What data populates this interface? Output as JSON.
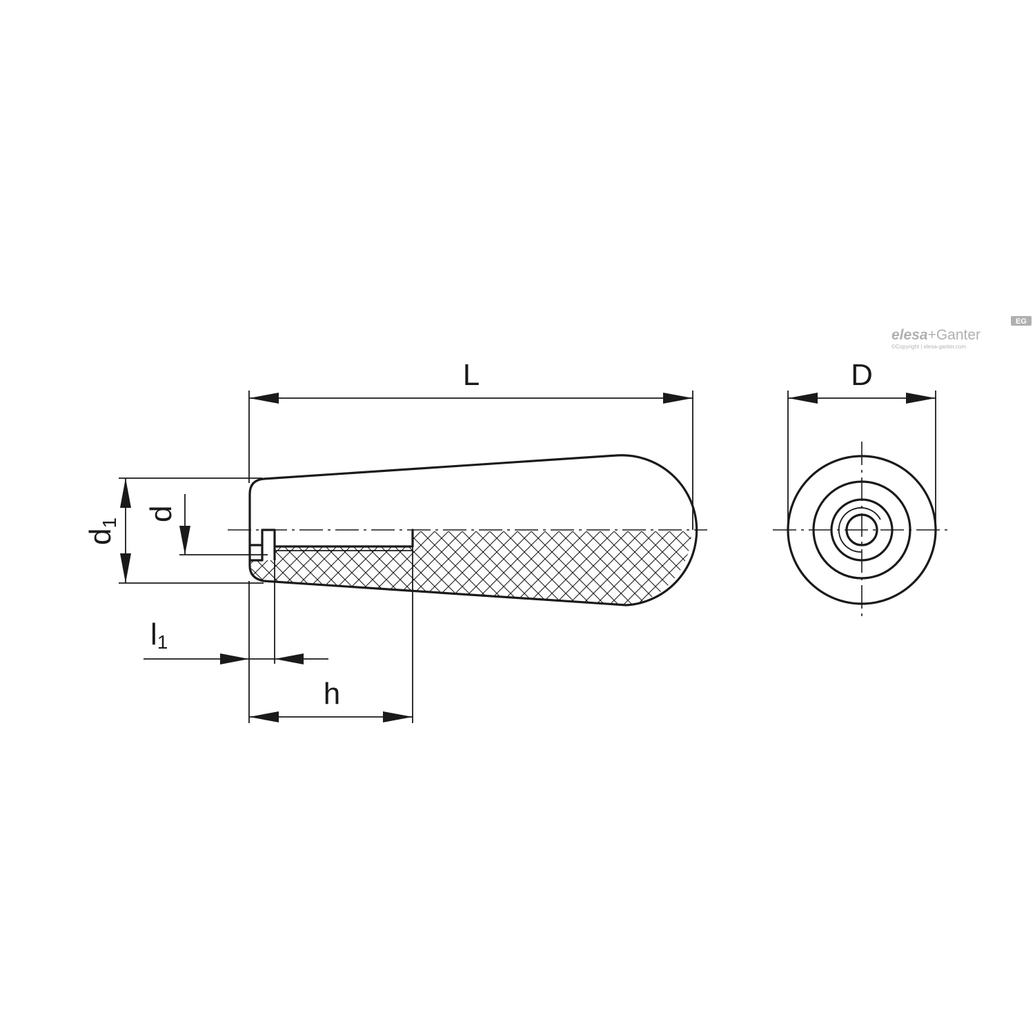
{
  "labels": {
    "L": "L",
    "D": "D",
    "d": "d",
    "d1_main": "d",
    "d1_sub": "1",
    "l1_main": "l",
    "l1_sub": "1",
    "h": "h"
  },
  "logo": {
    "brand_left": "elesa",
    "brand_plus": "+",
    "brand_right": "Ganter",
    "badge": "EG",
    "copyright": "©Copyright | elesa-ganter.com"
  },
  "colors": {
    "line": "#1a1a1a",
    "logo": "#b0b0b0",
    "background": "#ffffff"
  }
}
